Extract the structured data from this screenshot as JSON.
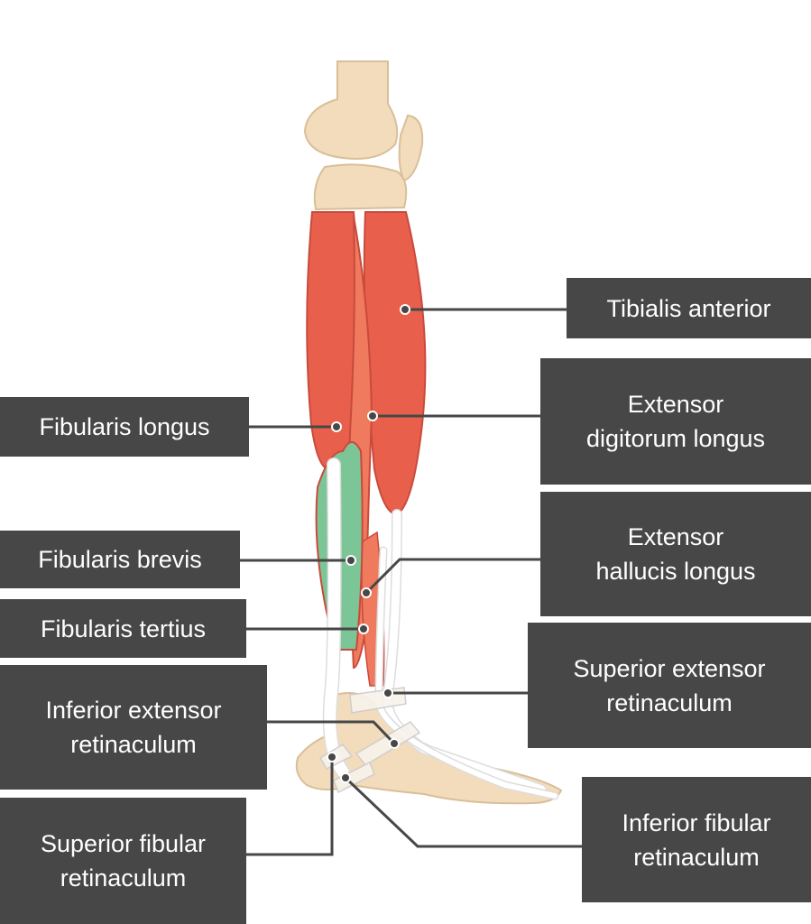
{
  "labels": {
    "tibialis_anterior": "Tibialis anterior",
    "extensor_digitorum_longus": [
      "Extensor",
      "digitorum longus"
    ],
    "fibularis_longus": "Fibularis longus",
    "extensor_hallucis_longus": [
      "Extensor",
      "hallucis longus"
    ],
    "fibularis_brevis": "Fibularis brevis",
    "fibularis_tertius": "Fibularis tertius",
    "superior_extensor_retinaculum": [
      "Superior extensor",
      "retinaculum"
    ],
    "inferior_extensor_retinaculum": [
      "Inferior extensor",
      "retinaculum"
    ],
    "superior_fibular_retinaculum": [
      "Superior fibular",
      "retinaculum"
    ],
    "inferior_fibular_retinaculum": [
      "Inferior fibular",
      "retinaculum"
    ]
  },
  "colors": {
    "label_bg": "#474747",
    "muscle": "#e8604c",
    "muscle_highlight": "#7cc596",
    "bone": "#f2dcbc",
    "tendon": "#ffffff"
  }
}
